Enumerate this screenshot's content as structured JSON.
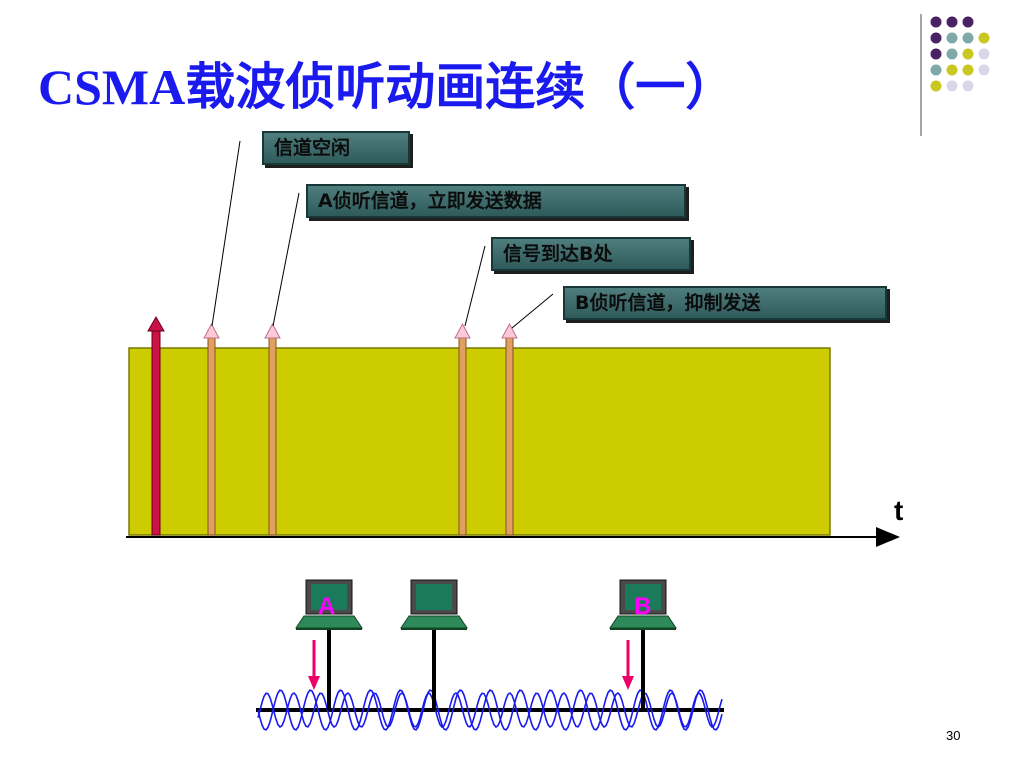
{
  "slide": {
    "title": "CSMA载波侦听动画连续（一）",
    "page_number": "30"
  },
  "timeline": {
    "axis_label": "t",
    "callouts": [
      {
        "text": "信道空闲"
      },
      {
        "text": "A侦听信道，立即发送数据"
      },
      {
        "text": "信号到达B处"
      },
      {
        "text": "B侦听信道，抑制发送"
      }
    ]
  },
  "network": {
    "stations": [
      {
        "label": "A"
      },
      {
        "label": ""
      },
      {
        "label": "B"
      }
    ]
  },
  "colors": {
    "title": "#1a1aee",
    "channel_fill": "#cccc00",
    "station_label": "#ff00ff",
    "signal_wave": "#1a1aee",
    "arrow_pink": "#ee0066",
    "time_arrow": "#dd1144",
    "marker_arrow": "#e0a060"
  }
}
